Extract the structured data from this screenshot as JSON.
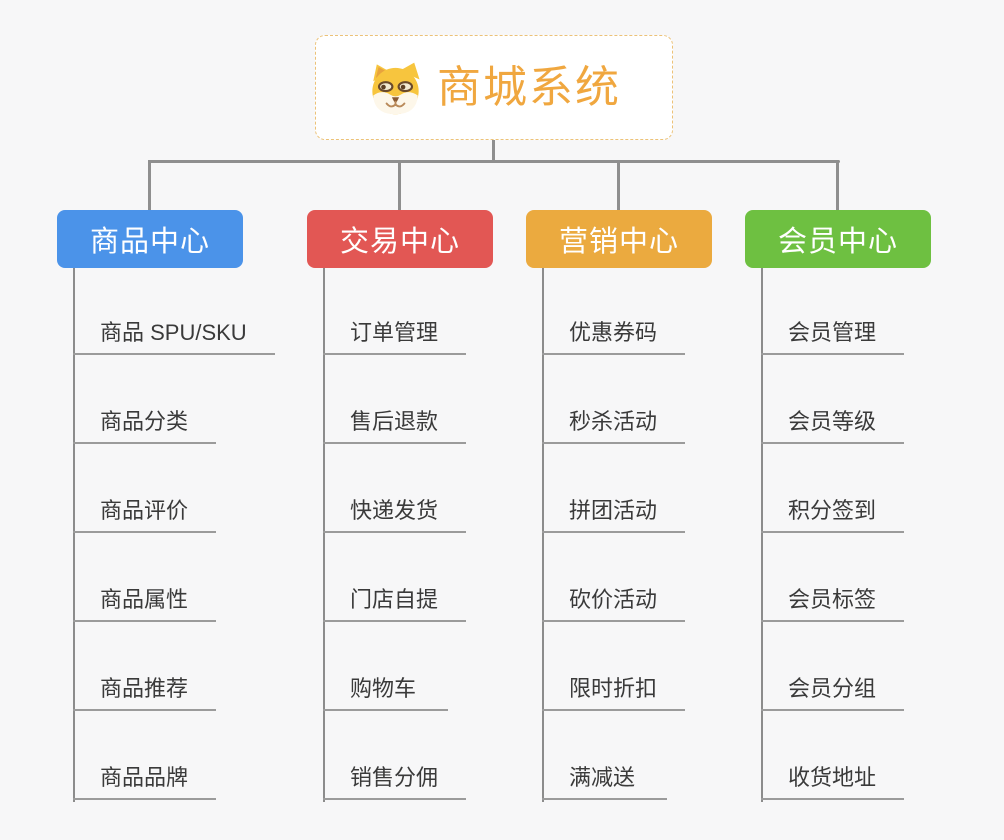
{
  "canvas": {
    "background": "#f7f7f8",
    "connector_color": "#8f8f8f"
  },
  "root": {
    "title": "商城系统",
    "icon": "dog-icon",
    "text_color": "#f0a73f",
    "border_color": "#ecc278"
  },
  "branches": [
    {
      "label": "商品中心",
      "color": "#4b93e9",
      "items": [
        "商品 SPU/SKU",
        "商品分类",
        "商品评价",
        "商品属性",
        "商品推荐",
        "商品品牌"
      ]
    },
    {
      "label": "交易中心",
      "color": "#e25754",
      "items": [
        "订单管理",
        "售后退款",
        "快递发货",
        "门店自提",
        "购物车",
        "销售分佣"
      ]
    },
    {
      "label": "营销中心",
      "color": "#ebaa3f",
      "items": [
        "优惠券码",
        "秒杀活动",
        "拼团活动",
        "砍价活动",
        "限时折扣",
        "满减送"
      ]
    },
    {
      "label": "会员中心",
      "color": "#6ec041",
      "items": [
        "会员管理",
        "会员等级",
        "积分签到",
        "会员标签",
        "会员分组",
        "收货地址"
      ]
    }
  ]
}
